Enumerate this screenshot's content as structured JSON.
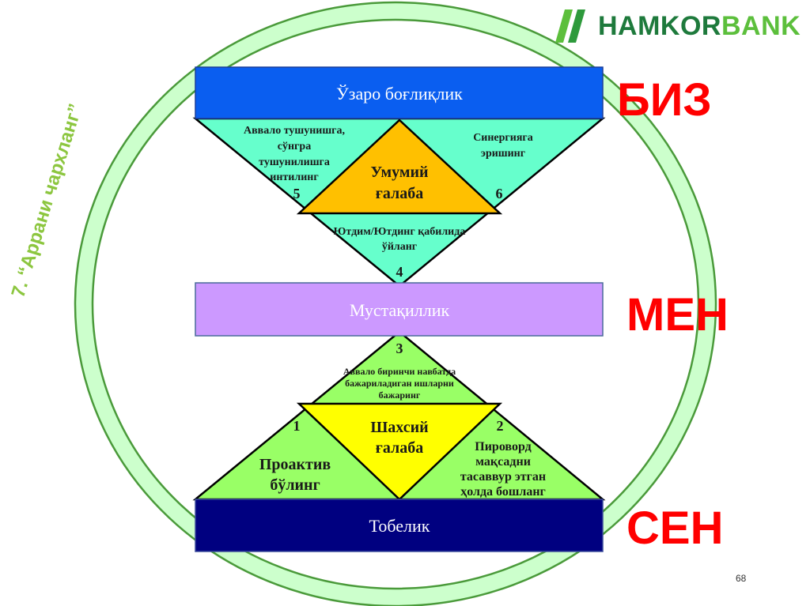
{
  "logo": {
    "part1": "HAMKOR",
    "part2": "BANK"
  },
  "ring_label": "7. “Аррани чархланг”",
  "levels": {
    "top_bar": "Ўзаро боғлиқлик",
    "middle_bar": "Мустақиллик",
    "bottom_bar": "Тобелик"
  },
  "side_labels": {
    "top": "БИЗ",
    "middle": "МЕН",
    "bottom": "СЕН"
  },
  "upper_triangle": {
    "center": [
      "Умумий",
      "ғалаба"
    ],
    "left": {
      "lines": [
        "Аввало тушунишга,",
        "сўнгра",
        "тушунилишга",
        "интилинг"
      ],
      "number": "5"
    },
    "right": {
      "lines": [
        "Синергияга",
        "эришинг"
      ],
      "number": "6"
    },
    "bottom": {
      "lines": [
        "Ютдим/Ютдинг қабилида",
        "ўйланг"
      ],
      "number": "4"
    }
  },
  "lower_triangle": {
    "center": [
      "Шахсий",
      "ғалаба"
    ],
    "top": {
      "number": "3",
      "lines": [
        "Аввало биринчи навбатда",
        "бажариладиган ишларни",
        "бажаринг"
      ]
    },
    "left": {
      "number": "1",
      "lines": [
        "Проактив",
        "бўлинг"
      ]
    },
    "right": {
      "number": "2",
      "lines": [
        "Пироворд",
        "мақсадни",
        "тасаввур этган",
        "ҳолда бошланг"
      ]
    }
  },
  "colors": {
    "top_bar": "#0a5ef0",
    "middle_bar": "#cc99ff",
    "bottom_bar": "#000080",
    "upper_fill": "#66ffcc",
    "upper_center": "#ffc000",
    "lower_fill": "#99ff66",
    "lower_center": "#ffff00",
    "ring_fill": "#ccffcc",
    "ring_stroke": "#4a9a3a",
    "side_label": "#ff0000"
  },
  "page_number": "68"
}
